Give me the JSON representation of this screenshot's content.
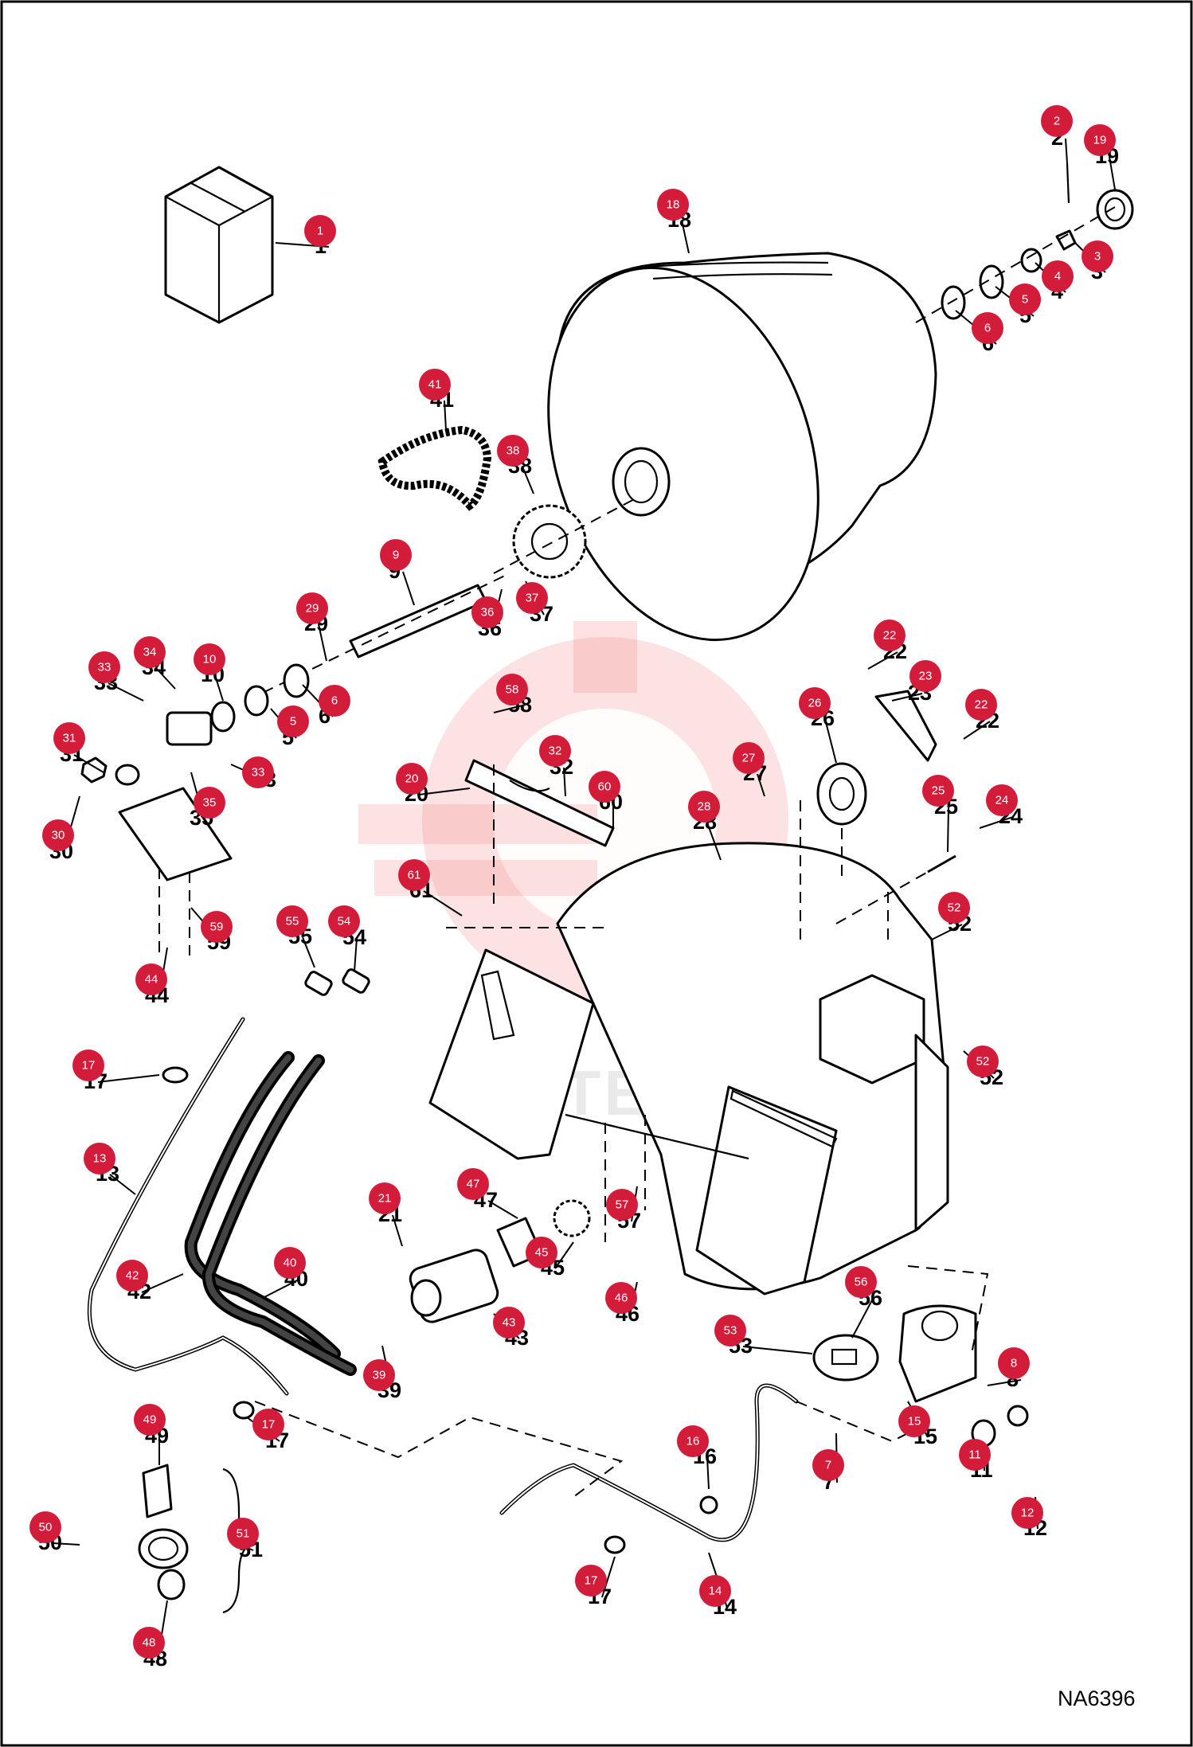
{
  "diagram": {
    "drawing_code": "NA6396",
    "watermark": "VIHTEX",
    "callouts": [
      {
        "num": "1"
      },
      {
        "num": "2"
      },
      {
        "num": "3"
      },
      {
        "num": "4"
      },
      {
        "num": "5"
      },
      {
        "num": "5"
      },
      {
        "num": "6"
      },
      {
        "num": "6"
      },
      {
        "num": "7"
      },
      {
        "num": "8"
      },
      {
        "num": "9"
      },
      {
        "num": "10"
      },
      {
        "num": "11"
      },
      {
        "num": "12"
      },
      {
        "num": "13"
      },
      {
        "num": "14"
      },
      {
        "num": "15"
      },
      {
        "num": "16"
      },
      {
        "num": "17"
      },
      {
        "num": "17"
      },
      {
        "num": "17"
      },
      {
        "num": "18"
      },
      {
        "num": "19"
      },
      {
        "num": "20"
      },
      {
        "num": "21"
      },
      {
        "num": "22"
      },
      {
        "num": "22"
      },
      {
        "num": "23"
      },
      {
        "num": "24"
      },
      {
        "num": "25"
      },
      {
        "num": "26"
      },
      {
        "num": "27"
      },
      {
        "num": "28"
      },
      {
        "num": "29"
      },
      {
        "num": "30"
      },
      {
        "num": "31"
      },
      {
        "num": "32"
      },
      {
        "num": "33"
      },
      {
        "num": "33"
      },
      {
        "num": "34"
      },
      {
        "num": "35"
      },
      {
        "num": "36"
      },
      {
        "num": "37"
      },
      {
        "num": "38"
      },
      {
        "num": "39"
      },
      {
        "num": "40"
      },
      {
        "num": "41"
      },
      {
        "num": "42"
      },
      {
        "num": "43"
      },
      {
        "num": "44"
      },
      {
        "num": "45"
      },
      {
        "num": "46"
      },
      {
        "num": "47"
      },
      {
        "num": "48"
      },
      {
        "num": "49"
      },
      {
        "num": "50"
      },
      {
        "num": "51"
      },
      {
        "num": "52"
      },
      {
        "num": "52"
      },
      {
        "num": "53"
      },
      {
        "num": "54"
      },
      {
        "num": "55"
      },
      {
        "num": "56"
      },
      {
        "num": "57"
      },
      {
        "num": "58"
      },
      {
        "num": "59"
      },
      {
        "num": "60"
      },
      {
        "num": "61"
      }
    ]
  }
}
